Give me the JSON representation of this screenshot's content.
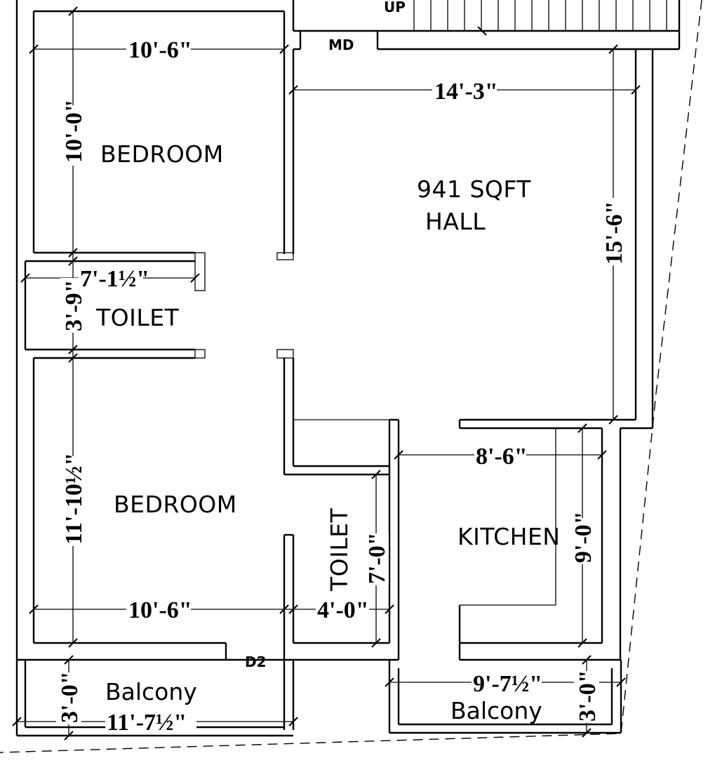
{
  "rooms": {
    "bedroom_top": "BEDROOM",
    "toilet_left": "TOILET",
    "bedroom_bottom": "BEDROOM",
    "toilet_bottom": "TOILET",
    "hall_area": "941 SQFT",
    "hall": "HALL",
    "kitchen": "KITCHEN",
    "balcony_left": "Balcony",
    "balcony_right": "Balcony"
  },
  "markers": {
    "stair_up": "UP",
    "main_door": "MD",
    "door_d2": "D2"
  },
  "dimensions": {
    "bedroom_top_width": "10'-6\"",
    "bedroom_top_depth": "10'-0\"",
    "hall_width": "14'-3\"",
    "hall_depth": "15'-6\"",
    "toilet_left_width": "7'-1½\"",
    "toilet_left_depth": "3'-9\"",
    "bedroom_bottom_depth": "11'-10½\"",
    "bedroom_bottom_width": "10'-6\"",
    "toilet_bottom_width": "4'-0\"",
    "toilet_bottom_depth": "7'-0\"",
    "kitchen_width": "8'-6\"",
    "kitchen_depth": "9'-0\"",
    "balcony_left_depth": "3'-0\"",
    "balcony_left_width": "11'-7½\"",
    "balcony_right_width": "9'-7½\"",
    "balcony_right_depth": "3'-0\""
  }
}
